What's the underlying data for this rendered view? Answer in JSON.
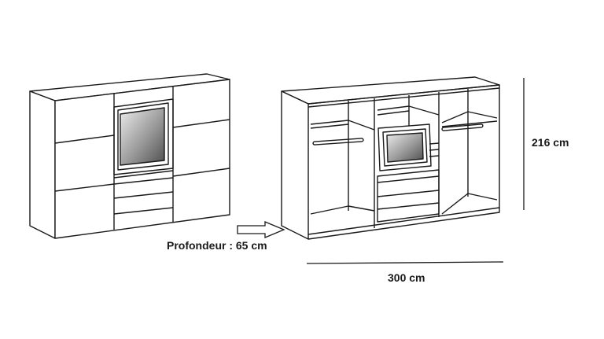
{
  "dimensions": {
    "depth_label": "Profondeur : 65 cm",
    "height_label": "216 cm",
    "width_label": "300 cm"
  },
  "colors": {
    "line": "#1a1a1a",
    "mirror_light": "#e2e2e2",
    "mirror_dark": "#5a5a5a"
  },
  "icons": [
    "arrow-right-icon"
  ]
}
